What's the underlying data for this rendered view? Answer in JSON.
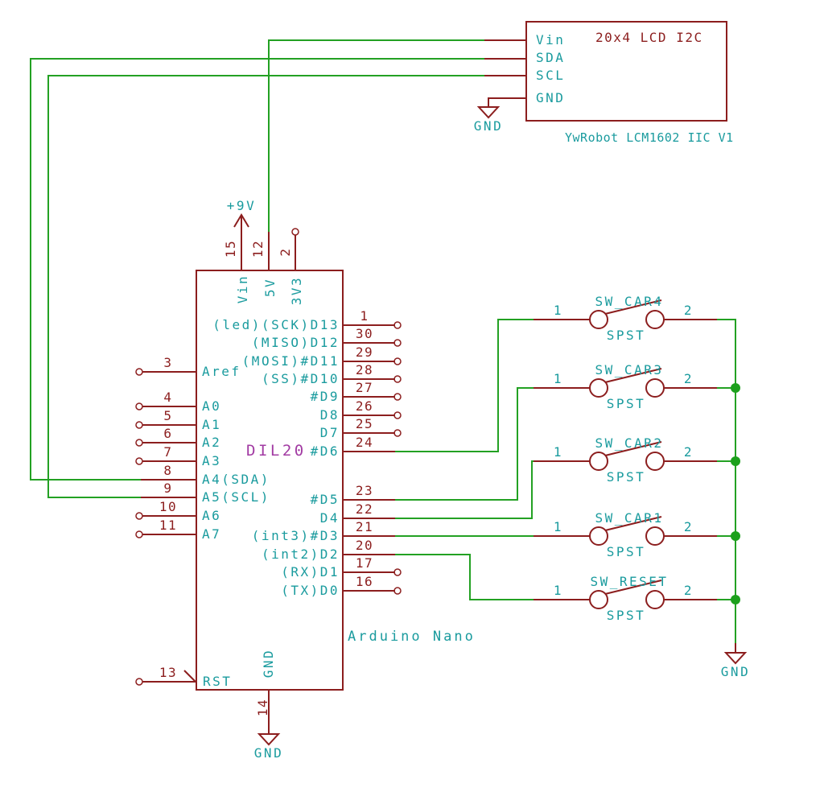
{
  "colors": {
    "wire_green": "#23A123",
    "component_red": "#8C1E1E",
    "label_teal": "#1A9B9E",
    "package_purple": "#A23BA3",
    "background": "#FFFFFF"
  },
  "lcd": {
    "title": "20x4 LCD I2C",
    "caption": "YwRobot LCM1602 IIC V1",
    "pins": [
      {
        "name": "Vin"
      },
      {
        "name": "SDA"
      },
      {
        "name": "SCL"
      },
      {
        "name": "GND"
      }
    ],
    "gnd_label": "GND"
  },
  "arduino": {
    "name": "Arduino Nano",
    "package": "DIL20",
    "power_flag": "+9V",
    "gnd_label": "GND",
    "top_pins": [
      {
        "num": "15",
        "name": "Vin"
      },
      {
        "num": "12",
        "name": "5V"
      },
      {
        "num": "2",
        "name": "3V3"
      }
    ],
    "bottom_pins": [
      {
        "num": "14",
        "name": "GND"
      }
    ],
    "left_pins": [
      {
        "num": "3",
        "name": "Aref"
      },
      {
        "num": "4",
        "name": "A0"
      },
      {
        "num": "5",
        "name": "A1"
      },
      {
        "num": "6",
        "name": "A2"
      },
      {
        "num": "7",
        "name": "A3"
      },
      {
        "num": "8",
        "name": "A4(SDA)"
      },
      {
        "num": "9",
        "name": "A5(SCL)"
      },
      {
        "num": "10",
        "name": "A6"
      },
      {
        "num": "11",
        "name": "A7"
      },
      {
        "num": "13",
        "name": "RST"
      }
    ],
    "right_pins": [
      {
        "num": "1",
        "name": "(led)(SCK)D13"
      },
      {
        "num": "30",
        "name": "(MISO)D12"
      },
      {
        "num": "29",
        "name": "(MOSI)#D11"
      },
      {
        "num": "28",
        "name": "(SS)#D10"
      },
      {
        "num": "27",
        "name": "#D9"
      },
      {
        "num": "26",
        "name": "D8"
      },
      {
        "num": "25",
        "name": "D7"
      },
      {
        "num": "24",
        "name": "#D6"
      },
      {
        "num": "23",
        "name": "#D5"
      },
      {
        "num": "22",
        "name": "D4"
      },
      {
        "num": "21",
        "name": "(int3)#D3"
      },
      {
        "num": "20",
        "name": "(int2)D2"
      },
      {
        "num": "17",
        "name": "(RX)D1"
      },
      {
        "num": "16",
        "name": "(TX)D0"
      }
    ]
  },
  "switches": {
    "type_label": "SPST",
    "pin1_label": "1",
    "pin2_label": "2",
    "gnd_label": "GND",
    "items": [
      {
        "name": "SW_CAR4"
      },
      {
        "name": "SW_CAR3"
      },
      {
        "name": "SW_CAR2"
      },
      {
        "name": "SW_CAR1"
      },
      {
        "name": "SW_RESET"
      }
    ]
  }
}
